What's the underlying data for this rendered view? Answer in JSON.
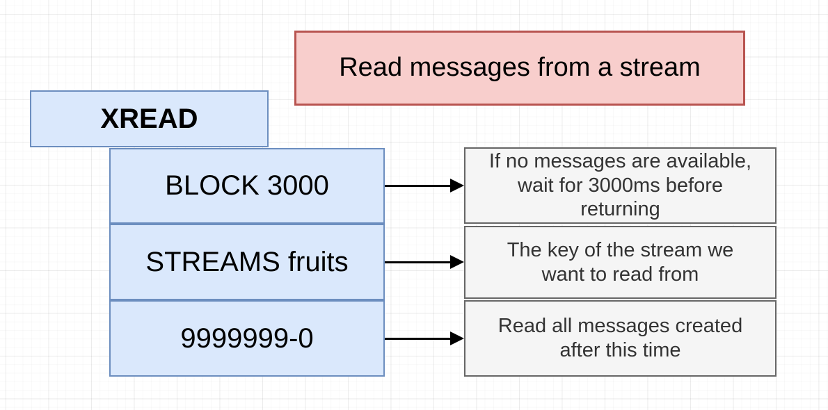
{
  "diagram": {
    "note": {
      "text": "Read messages from a stream"
    },
    "command": {
      "label": "XREAD"
    },
    "rows": [
      {
        "param": "BLOCK 3000",
        "description": "If no messages are available,\nwait for 3000ms before\nreturning"
      },
      {
        "param": "STREAMS fruits",
        "description": "The key of the stream we\nwant to read from"
      },
      {
        "param": "9999999-0",
        "description": "Read all messages created\nafter this time"
      }
    ],
    "colors": {
      "note_fill": "#f8cecc",
      "note_border": "#b85450",
      "param_fill": "#dae8fc",
      "param_border": "#6c8ebf",
      "desc_fill": "#f5f5f5",
      "desc_border": "#666666",
      "desc_text": "#333333",
      "arrow": "#000000"
    }
  }
}
